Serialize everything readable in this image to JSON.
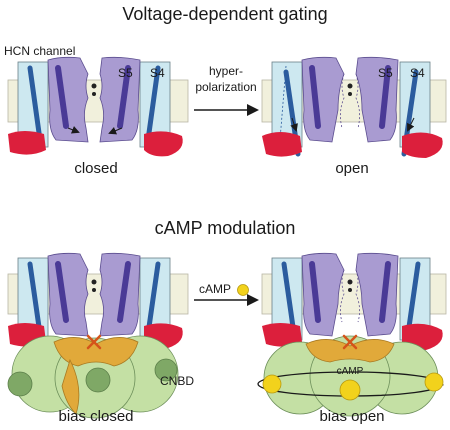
{
  "top_panel": {
    "title": "Voltage-dependent gating",
    "channel_label": "HCN channel",
    "segment_s5": "S5",
    "segment_s4": "S4",
    "stimulus_line1": "hyper-",
    "stimulus_line2": "polarization",
    "state_left": "closed",
    "state_right": "open"
  },
  "bottom_panel": {
    "title": "cAMP modulation",
    "stimulus": "cAMP",
    "domain_label": "CNBD",
    "ligand_label": "cAMP",
    "state_left": "bias closed",
    "state_right": "bias open"
  },
  "colors": {
    "membrane": "#f1f0dc",
    "membrane_edge": "#b9b6a5",
    "s4_box": "#cde8f0",
    "s4_helix": "#2b5c9e",
    "pore": "#a99bd1",
    "pore_dark": "#4a3a96",
    "red_domain": "#dc1f3c",
    "cnbd": "#c4e0a4",
    "cnbd_dark": "#7fa866",
    "clinker": "#e1a93a",
    "camp": "#f2d21c",
    "cross": "#d4541a"
  },
  "icons": [
    "arrow-right-icon",
    "camp-dot-icon",
    "rotation-arrow-icon"
  ]
}
